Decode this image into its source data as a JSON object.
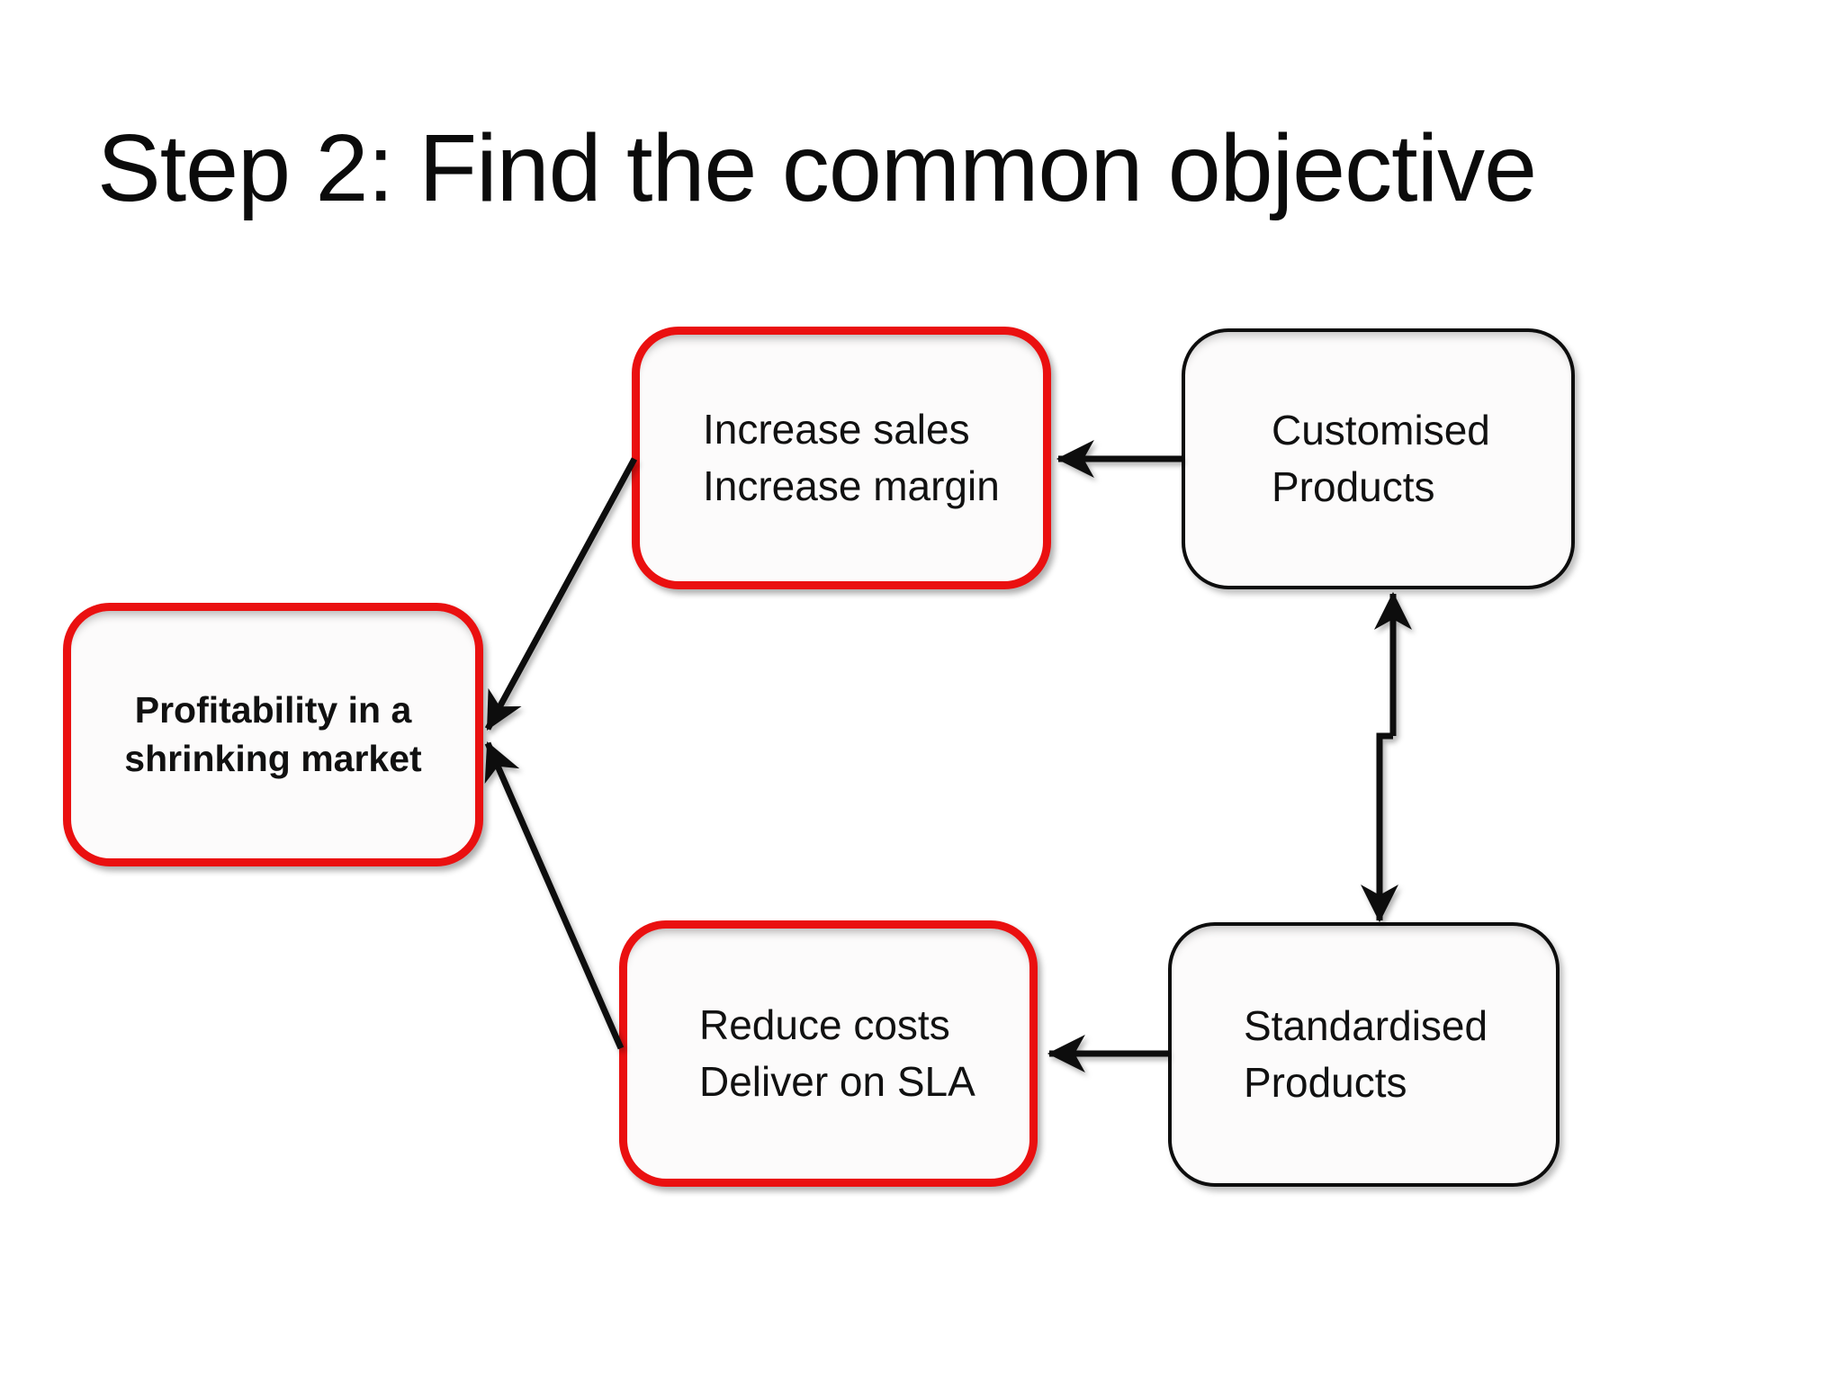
{
  "slide": {
    "title": "Step 2: Find the common objective"
  },
  "colors": {
    "accent_red": "#ea1010",
    "line_black": "#0d0d0d",
    "box_fill": "#fcfbfb"
  },
  "nodes": {
    "profitability": {
      "line1": "Profitability in a",
      "line2": "shrinking market",
      "border_color": "red",
      "emphasis": "bold"
    },
    "increase_sales": {
      "line1": "Increase sales",
      "line2": "Increase margin",
      "border_color": "red",
      "emphasis": "regular"
    },
    "reduce_costs": {
      "line1": "Reduce costs",
      "line2": "Deliver on SLA",
      "border_color": "red",
      "emphasis": "regular"
    },
    "customised": {
      "line1": "Customised",
      "line2": "Products",
      "border_color": "black",
      "emphasis": "regular"
    },
    "standardised": {
      "line1": "Standardised",
      "line2": "Products",
      "border_color": "black",
      "emphasis": "regular"
    }
  },
  "connectors": [
    {
      "from": "customised",
      "to": "increase_sales",
      "heads": "single"
    },
    {
      "from": "standardised",
      "to": "reduce_costs",
      "heads": "single"
    },
    {
      "from": "increase_sales",
      "to": "profitability",
      "heads": "single"
    },
    {
      "from": "reduce_costs",
      "to": "profitability",
      "heads": "single"
    },
    {
      "from": "customised",
      "to": "standardised",
      "heads": "double"
    }
  ]
}
